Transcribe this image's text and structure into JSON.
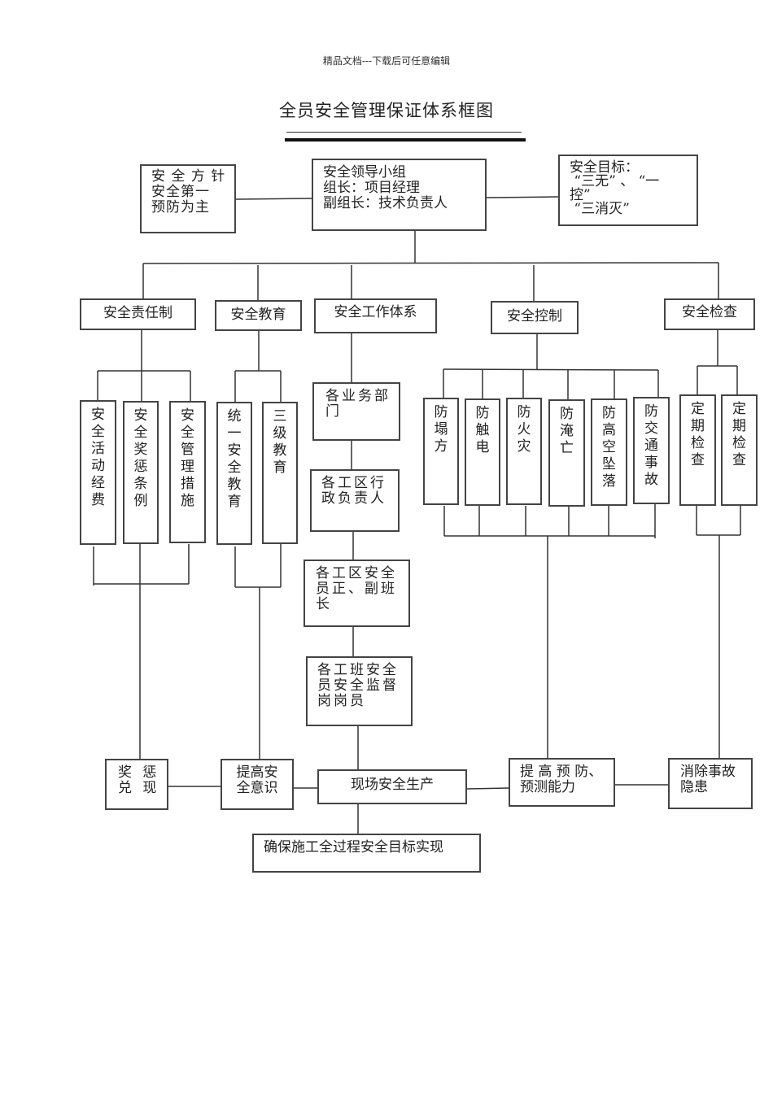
{
  "header_note": "精品文档---下载后可任意编辑",
  "title": "全员安全管理保证体系框图",
  "top": {
    "policy": "安 全 方 针\n安全第一\n预防为主",
    "leadership": "安全领导小组\n组长：项目经理\n副组长：技术负责人",
    "goal": "安全目标：\n “三无” 、 “一\n控”\n “三消灭”"
  },
  "branches": {
    "responsibility": "安全责任制",
    "education": "安全教育",
    "work_system": "安全工作体系",
    "control": "安全控制",
    "inspection": "安全检查"
  },
  "responsibility_items": [
    "安全活动经费",
    "安全奖惩条例",
    "安全管理措施"
  ],
  "education_items": [
    "统一安全教育",
    "三级教育"
  ],
  "work_chain": [
    "各业务部\n门",
    "各工区行\n政负责人",
    "各工区安全\n员正、副班\n长",
    "各工班安全\n员安全监督\n岗岗员"
  ],
  "control_items": [
    "防塌方",
    "防触电",
    "防火灾",
    "防淹亡",
    "防高空坠落",
    "防交通事故"
  ],
  "inspection_items": [
    "定期检查",
    "定期检查"
  ],
  "outcomes": {
    "reward": "奖 惩\n兑 现",
    "awareness": "提高安\n全意识",
    "site": "现场安全生产",
    "prevention": "提 高 预 防、\n预测能力",
    "hazard": "消除事故\n隐患",
    "final": "确保施工全过程安全目标实现"
  }
}
